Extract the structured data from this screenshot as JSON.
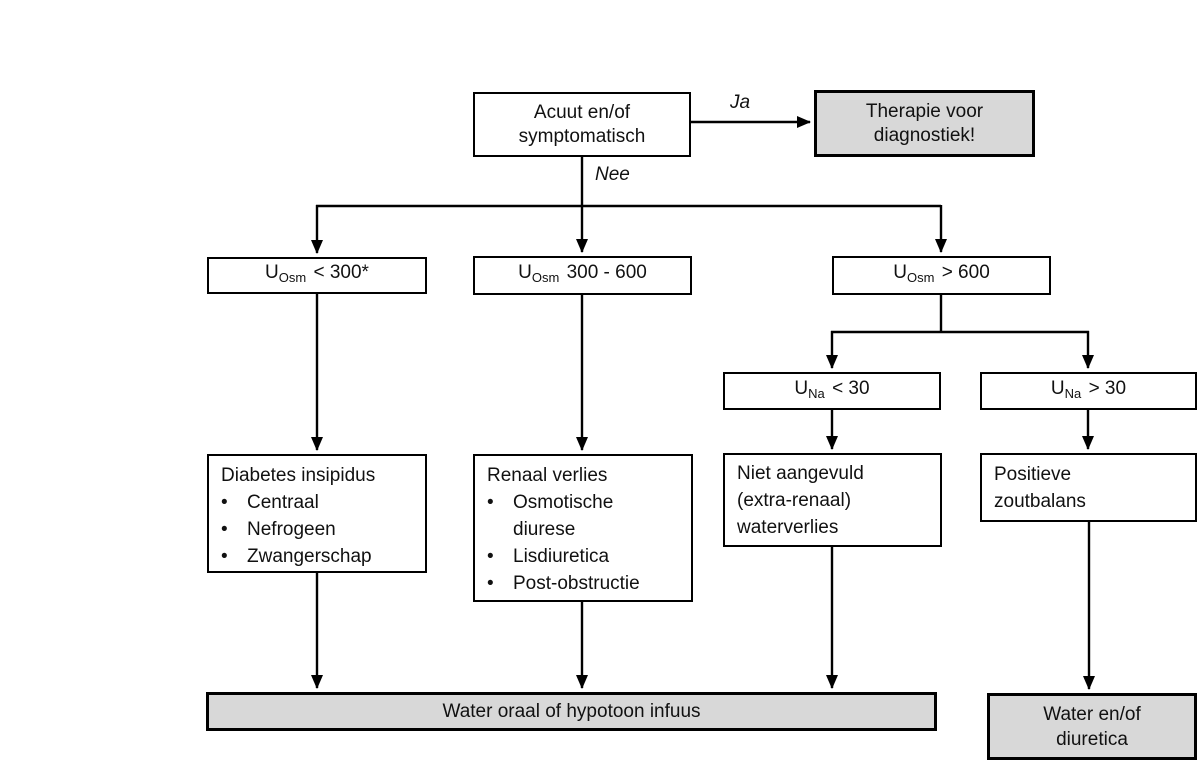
{
  "bullet": "•",
  "edge_labels": {
    "yes": "Ja",
    "no": "Nee"
  },
  "nodes": {
    "acuut": {
      "text": "Acuut en/of\nsymptomatisch"
    },
    "therapie": {
      "text": "Therapie voor\ndiagnostiek!"
    },
    "uosm_low": {
      "prefix": "U",
      "sub": "Osm",
      "rest": "< 300*"
    },
    "uosm_mid": {
      "prefix": "U",
      "sub": "Osm",
      "rest": "300 - 600"
    },
    "uosm_high": {
      "prefix": "U",
      "sub": "Osm",
      "rest": "> 600"
    },
    "una_low": {
      "prefix": "U",
      "sub": "Na",
      "rest": "< 30"
    },
    "una_high": {
      "prefix": "U",
      "sub": "Na",
      "rest": "> 30"
    },
    "diabetes": {
      "title": "Diabetes insipidus",
      "items": [
        "Centraal",
        "Nefrogeen",
        "Zwangerschap"
      ]
    },
    "renaal": {
      "title": "Renaal verlies",
      "items": [
        "Osmotische diurese",
        "Lisdiuretica",
        "Post-obstructie"
      ]
    },
    "niet_aangevuld": {
      "text": "Niet aangevuld\n(extra-renaal)\nwaterverlies"
    },
    "positieve": {
      "text": "Positieve\nzoutbalans"
    },
    "water_oraal": {
      "text": "Water oraal of hypotoon infuus"
    },
    "water_diuretica": {
      "text": "Water en/of\ndiuretica"
    }
  },
  "colors": {
    "box_fill_white": "#ffffff",
    "box_fill_gray": "#d8d8d8",
    "line": "#000000"
  }
}
